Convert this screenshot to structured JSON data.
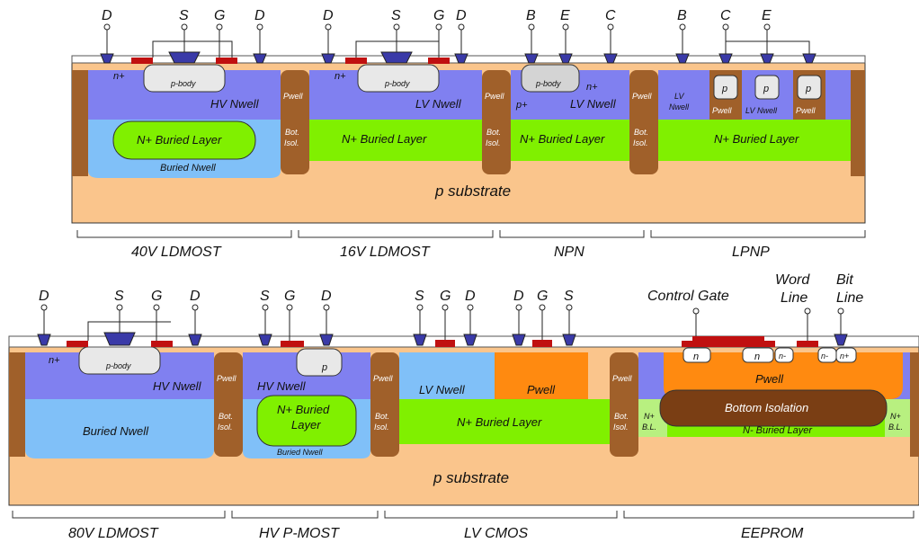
{
  "terminals": {
    "drain": "D",
    "source": "S",
    "gate": "G",
    "base": "B",
    "emitter": "E",
    "collector": "C",
    "control_gate": "Control Gate",
    "word_line_1": "Word",
    "word_line_2": "Line",
    "bit_line_1": "Bit",
    "bit_line_2": "Line"
  },
  "regions": {
    "p_substrate": "p substrate",
    "hv_nwell": "HV Nwell",
    "lv_nwell": "LV Nwell",
    "lv_nwell_stack_1": "LV",
    "lv_nwell_stack_2": "Nwell",
    "n_buried_layer": "N+ Buried Layer",
    "n_buried_layer_1": "N+ Buried",
    "n_buried_layer_2": "Layer",
    "buried_nwell": "Buried Nwell",
    "pwell": "Pwell",
    "p_body": "p-body",
    "bot_isol_1": "Bot.",
    "bot_isol_2": "Isol.",
    "bottom_isolation": "Bottom Isolation",
    "n_minus_buried_layer": "N- Buried Layer",
    "nplus_bl_1": "N+",
    "nplus_bl_2": "B.L.",
    "n_plus": "n+",
    "p_plus": "p+",
    "p": "p",
    "n": "n",
    "n_minus": "n-"
  },
  "sections_top": [
    "40V LDMOST",
    "16V LDMOST",
    "NPN",
    "LPNP"
  ],
  "sections_bottom": [
    "80V LDMOST",
    "HV P-MOST",
    "LV CMOS",
    "EEPROM"
  ],
  "colors": {
    "substrate": "#fac58c",
    "nwell": "#8080f0",
    "buried_layer": "#80f000",
    "buried_nwell": "#80c0f8",
    "pwell_isolation": "#a0602a",
    "bottom_isolation": "#7a3e14",
    "pwell_cmos": "#ff8a10",
    "contact": "#3a3aa8",
    "gate": "#c01010",
    "diffusion": "#e8e8e8"
  }
}
